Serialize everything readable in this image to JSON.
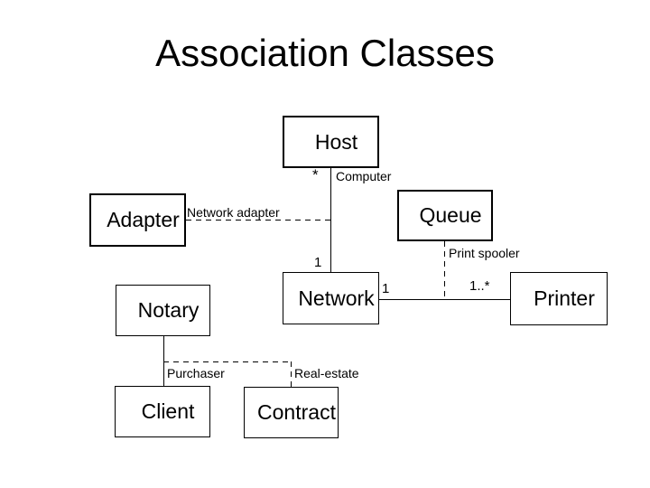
{
  "title": "Association Classes",
  "boxes": {
    "host": "Host",
    "adapter": "Adapter",
    "queue": "Queue",
    "notary": "Notary",
    "network": "Network",
    "printer": "Printer",
    "client": "Client",
    "contract": "Contract"
  },
  "labels": {
    "host_multiplicity": "*",
    "computer_role": "Computer",
    "network_adapter": "Network adapter",
    "network_multiplicity_top": "1",
    "print_spooler": "Print spooler",
    "network_multiplicity_right": "1",
    "printer_multiplicity": "1..*",
    "purchaser_role": "Purchaser",
    "real_estate_role": "Real-estate"
  },
  "colors": {
    "ink": "#000000",
    "background": "#ffffff"
  }
}
